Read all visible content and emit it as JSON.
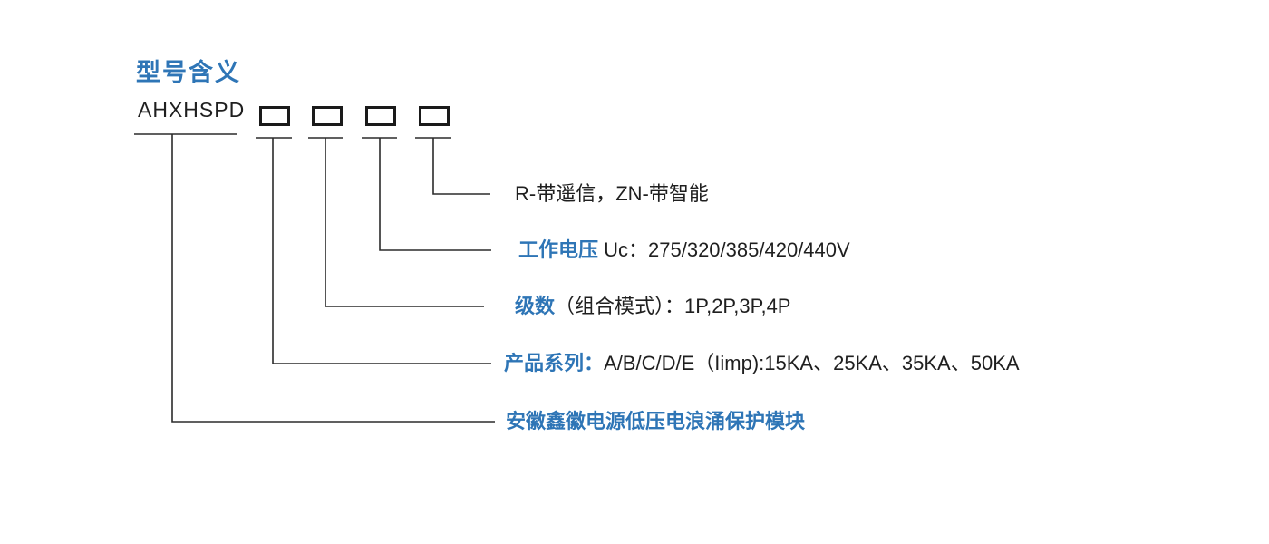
{
  "title": "型号含义",
  "model": {
    "prefix": "AHXHSPD",
    "digit_boxes": 4
  },
  "legend": {
    "remote": {
      "blue": "",
      "black": "R-带遥信，ZN-带智能"
    },
    "voltage": {
      "blue": "工作电压 ",
      "black": "Uc：275/320/385/420/440V"
    },
    "level": {
      "blue": "级数",
      "black": "（组合模式）：1P,2P,3P,4P"
    },
    "series": {
      "blue": "产品系列：",
      "black": "A/B/C/D/E（Iimp):15KA、25KA、35KA、50KA"
    },
    "brand": {
      "blue": "安徽鑫徽电源低压电浪涌保护模块",
      "black": ""
    }
  },
  "colors": {
    "accent_blue": "#2E75B6",
    "text": "#1f1f1f",
    "line": "#2b2b2b",
    "background": "#ffffff"
  }
}
